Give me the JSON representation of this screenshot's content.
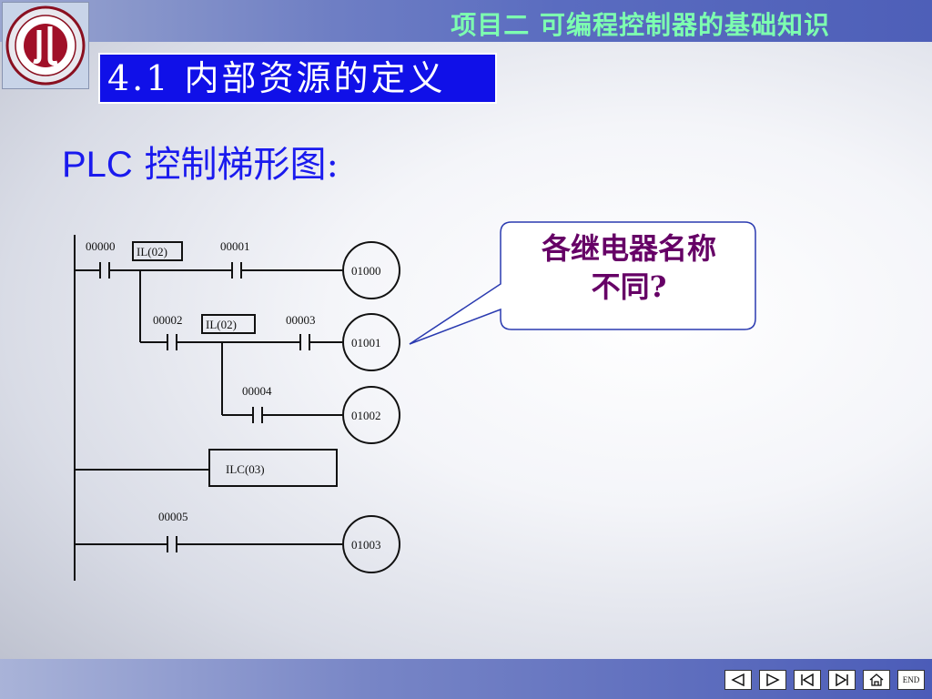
{
  "header": {
    "title": "项目二  可编程控制器的基础知识"
  },
  "section": {
    "title": "4.1 内部资源的定义"
  },
  "heading": {
    "latin": "PLC",
    "text": " 控制梯形图:"
  },
  "diagram": {
    "contacts": [
      "00000",
      "00001",
      "00002",
      "00003",
      "00004",
      "00005"
    ],
    "boxes": [
      "IL(02)",
      "IL(02)",
      "ILC(03)"
    ],
    "coils": [
      "01000",
      "01001",
      "01002",
      "01003"
    ]
  },
  "callout": {
    "line1": "各继电器名称",
    "line2": "不同?"
  },
  "nav": {
    "end_label": "END"
  },
  "colors": {
    "title_green": "#7dffb0",
    "section_blue": "#1010e8",
    "callout_text": "#660066",
    "heading_blue": "#1a1aee"
  }
}
